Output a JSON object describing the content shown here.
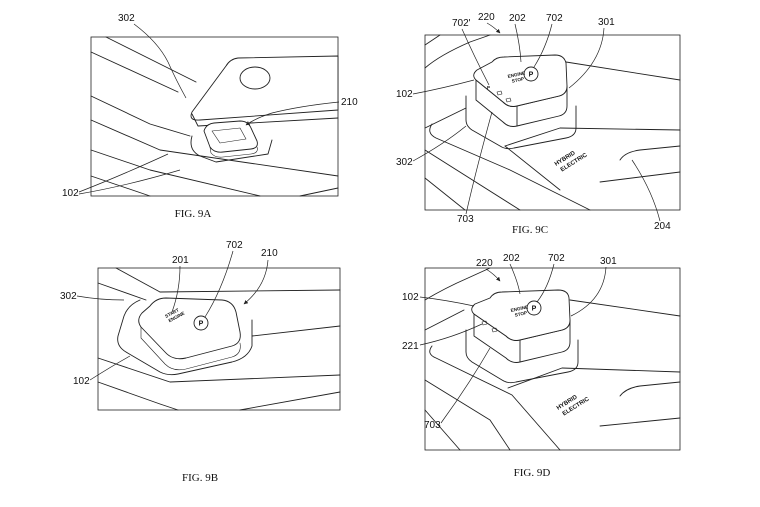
{
  "figures": {
    "fig_9a": {
      "caption": "FIG. 9A",
      "refs": [
        "302",
        "210",
        "102"
      ]
    },
    "fig_9b": {
      "caption": "FIG. 9B",
      "refs": [
        "201",
        "702",
        "210",
        "302",
        "102"
      ],
      "button_text": [
        "START",
        "ENGINE"
      ],
      "parking_symbol": "P"
    },
    "fig_9c": {
      "caption": "FIG. 9C",
      "refs": [
        "702'",
        "220",
        "202",
        "702",
        "301",
        "102",
        "302",
        "703",
        "204"
      ],
      "button_text": [
        "ENGINE",
        "STOP"
      ],
      "parking_symbol": "P",
      "indicator_text": "P",
      "panel_text": [
        "HYBRID",
        "ELECTRIC"
      ]
    },
    "fig_9d": {
      "caption": "FIG. 9D",
      "refs": [
        "220",
        "202",
        "702",
        "301",
        "102",
        "221",
        "703"
      ],
      "button_text": [
        "ENGINE",
        "STOP"
      ],
      "parking_symbol": "P",
      "panel_text": [
        "HYBRID",
        "ELECTRIC"
      ]
    }
  },
  "colors": {
    "line": "#222222",
    "background": "#ffffff"
  }
}
